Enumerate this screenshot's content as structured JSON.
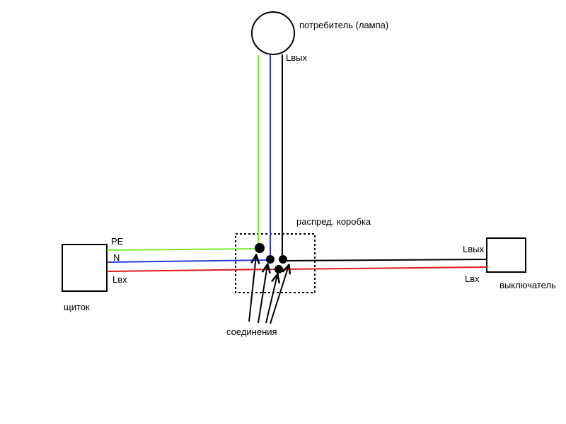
{
  "labels": {
    "consumer": "потребитель (лампа)",
    "lamp_out": "Lвых",
    "junction_box": "распред. коробка",
    "pe": "PE",
    "n": "N",
    "panel_in": "Lвх",
    "panel": "щиток",
    "switch_out": "Lвых",
    "switch_in": "Lвх",
    "switch": "выключатель",
    "connections": "соединения"
  },
  "colors": {
    "pe_wire": "#7CEB2C",
    "n_wire": "#2B3BD8",
    "l_in_wire": "#E01B1B",
    "l_out_wire": "#000000",
    "outline": "#000000"
  }
}
